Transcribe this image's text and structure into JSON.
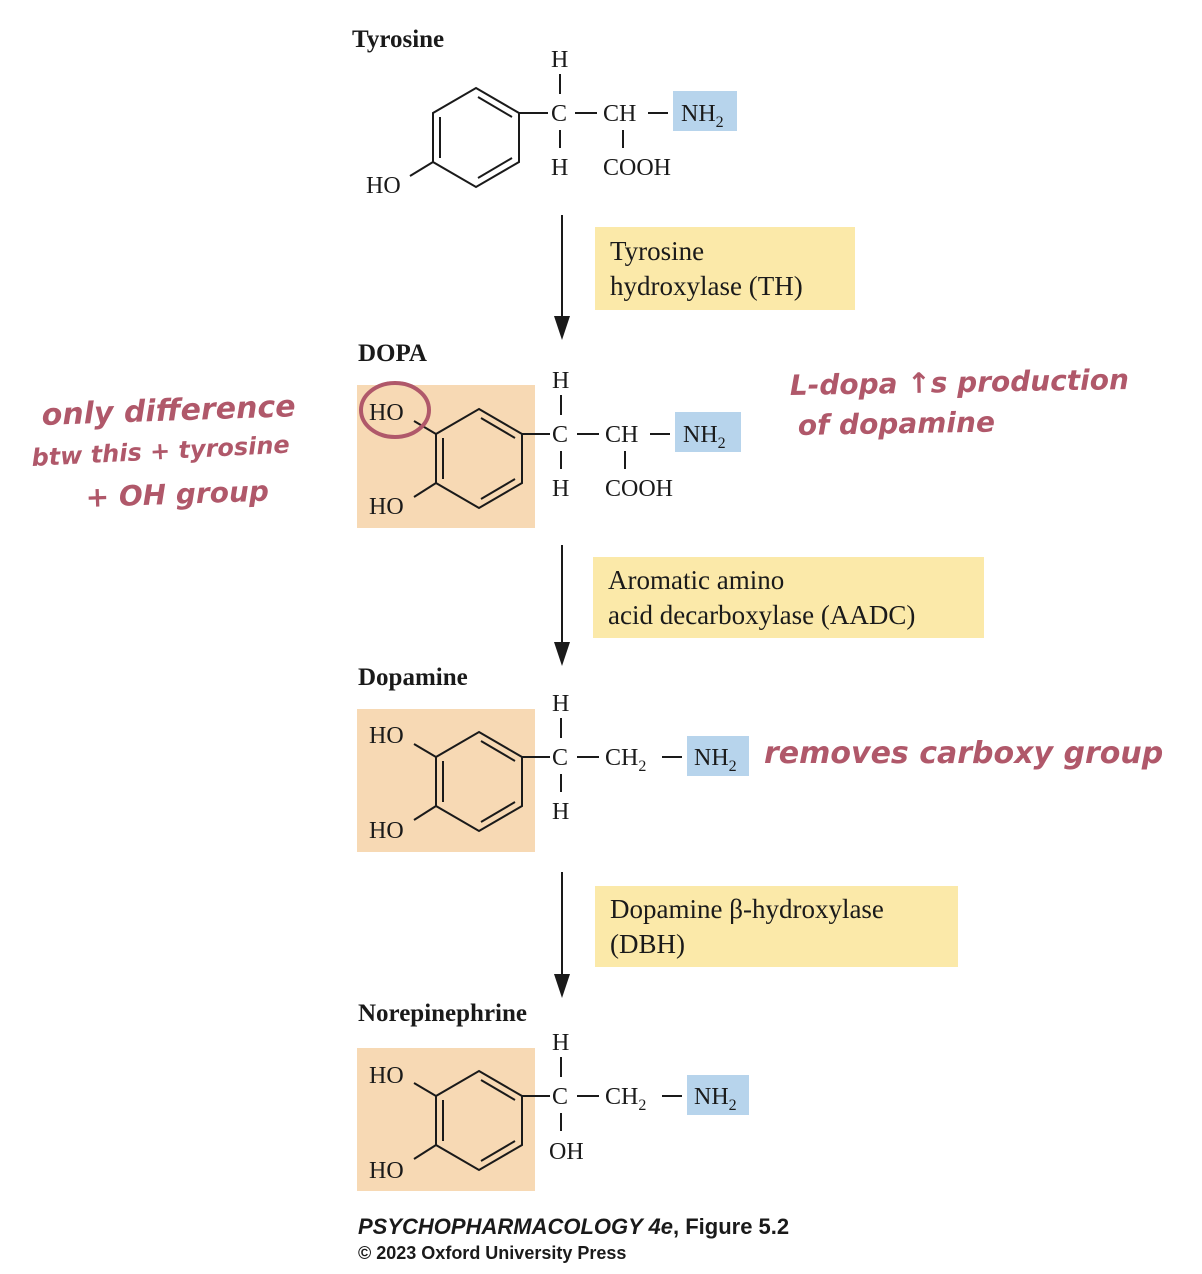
{
  "colors": {
    "amine_highlight": "#b7d4ec",
    "catechol_highlight": "#f7d9b4",
    "enzyme_box": "#fbe9a9",
    "annotation": "#b0586a",
    "text": "#1a1a1a"
  },
  "molecules": {
    "tyrosine": {
      "name": "Tyrosine",
      "ho1": "HO",
      "top_h": "H",
      "c": "C",
      "ch": "CH",
      "nh2_base": "NH",
      "nh2_sub": "2",
      "bottom_h": "H",
      "cooh": "COOH"
    },
    "dopa": {
      "name": "DOPA",
      "ho1": "HO",
      "ho2": "HO",
      "top_h": "H",
      "c": "C",
      "ch": "CH",
      "nh2_base": "NH",
      "nh2_sub": "2",
      "bottom_h": "H",
      "cooh": "COOH"
    },
    "dopamine": {
      "name": "Dopamine",
      "ho1": "HO",
      "ho2": "HO",
      "top_h": "H",
      "c": "C",
      "ch2_base": "CH",
      "ch2_sub": "2",
      "nh2_base": "NH",
      "nh2_sub": "2",
      "bottom_h": "H"
    },
    "norepinephrine": {
      "name": "Norepinephrine",
      "ho1": "HO",
      "ho2": "HO",
      "top_h": "H",
      "c": "C",
      "ch2_base": "CH",
      "ch2_sub": "2",
      "nh2_base": "NH",
      "nh2_sub": "2",
      "bottom_oh": "OH"
    }
  },
  "enzymes": {
    "th": [
      "Tyrosine",
      "hydroxylase (TH)"
    ],
    "aadc": [
      "Aromatic amino",
      "acid decarboxylase (AADC)"
    ],
    "dbh": [
      "Dopamine β-hydroxylase",
      "(DBH)"
    ]
  },
  "annotations": {
    "left_note": [
      "only difference",
      "btw this + tyrosine",
      "+ OH group"
    ],
    "right_note": [
      "L-dopa ↑s production",
      "of dopamine"
    ],
    "carboxy_note": "removes carboxy group"
  },
  "credit": {
    "line1_italic": "PSYCHOPHARMACOLOGY 4e",
    "line1_rest": ", Figure 5.2",
    "line2": "© 2023 Oxford University Press"
  }
}
